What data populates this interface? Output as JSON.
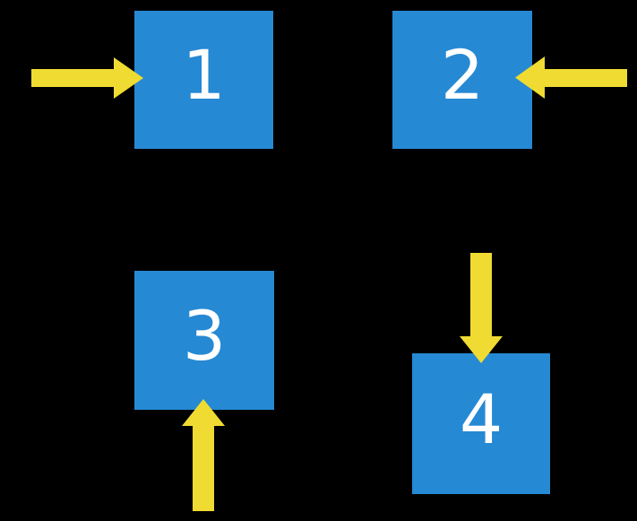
{
  "diagram": {
    "description": "Four numbered squares, each indicated by a block arrow pointing into it",
    "background": "#000000",
    "colors": {
      "box": "#2689d3",
      "arrow": "#efdb32",
      "label": "#ffffff"
    },
    "boxes": [
      {
        "label": "1",
        "arrow_direction": "right",
        "arrow_from": "left side"
      },
      {
        "label": "2",
        "arrow_direction": "left",
        "arrow_from": "right side"
      },
      {
        "label": "3",
        "arrow_direction": "up",
        "arrow_from": "below"
      },
      {
        "label": "4",
        "arrow_direction": "down",
        "arrow_from": "above"
      }
    ]
  }
}
